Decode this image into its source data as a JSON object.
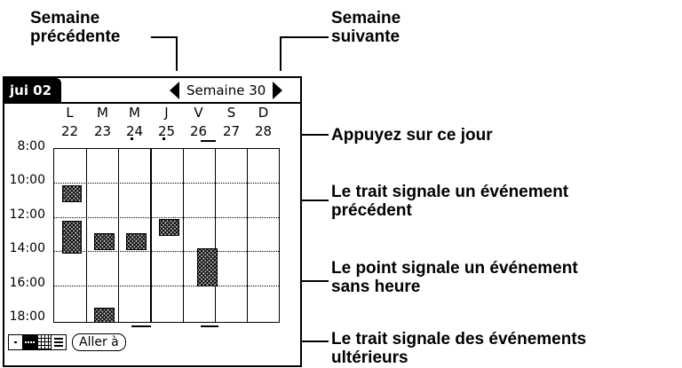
{
  "callouts": {
    "prev_week": "Semaine\nprécédente",
    "next_week": "Semaine\nsuivante",
    "tap_day": "Appuyez sur ce jour",
    "bar_prev": "Le trait signale un événement\nprécédent",
    "dot_untimed": "Le point signale un événement\nsans heure",
    "bar_later": "Le trait signale des événements\nultérieurs"
  },
  "app": {
    "title": "jui 02",
    "week_label": "Semaine 30",
    "goto_label": "Aller à"
  },
  "days": [
    {
      "letter": "L",
      "date": "22"
    },
    {
      "letter": "M",
      "date": "23"
    },
    {
      "letter": "M",
      "date": "24"
    },
    {
      "letter": "J",
      "date": "25"
    },
    {
      "letter": "V",
      "date": "26"
    },
    {
      "letter": "S",
      "date": "27"
    },
    {
      "letter": "D",
      "date": "28"
    }
  ],
  "times": [
    "8:00",
    "10:00",
    "12:00",
    "14:00",
    "16:00",
    "18:00"
  ],
  "icons": [
    "left-arrow-icon",
    "right-arrow-icon",
    "day-view-icon",
    "week-view-icon",
    "month-view-icon",
    "list-view-icon"
  ]
}
